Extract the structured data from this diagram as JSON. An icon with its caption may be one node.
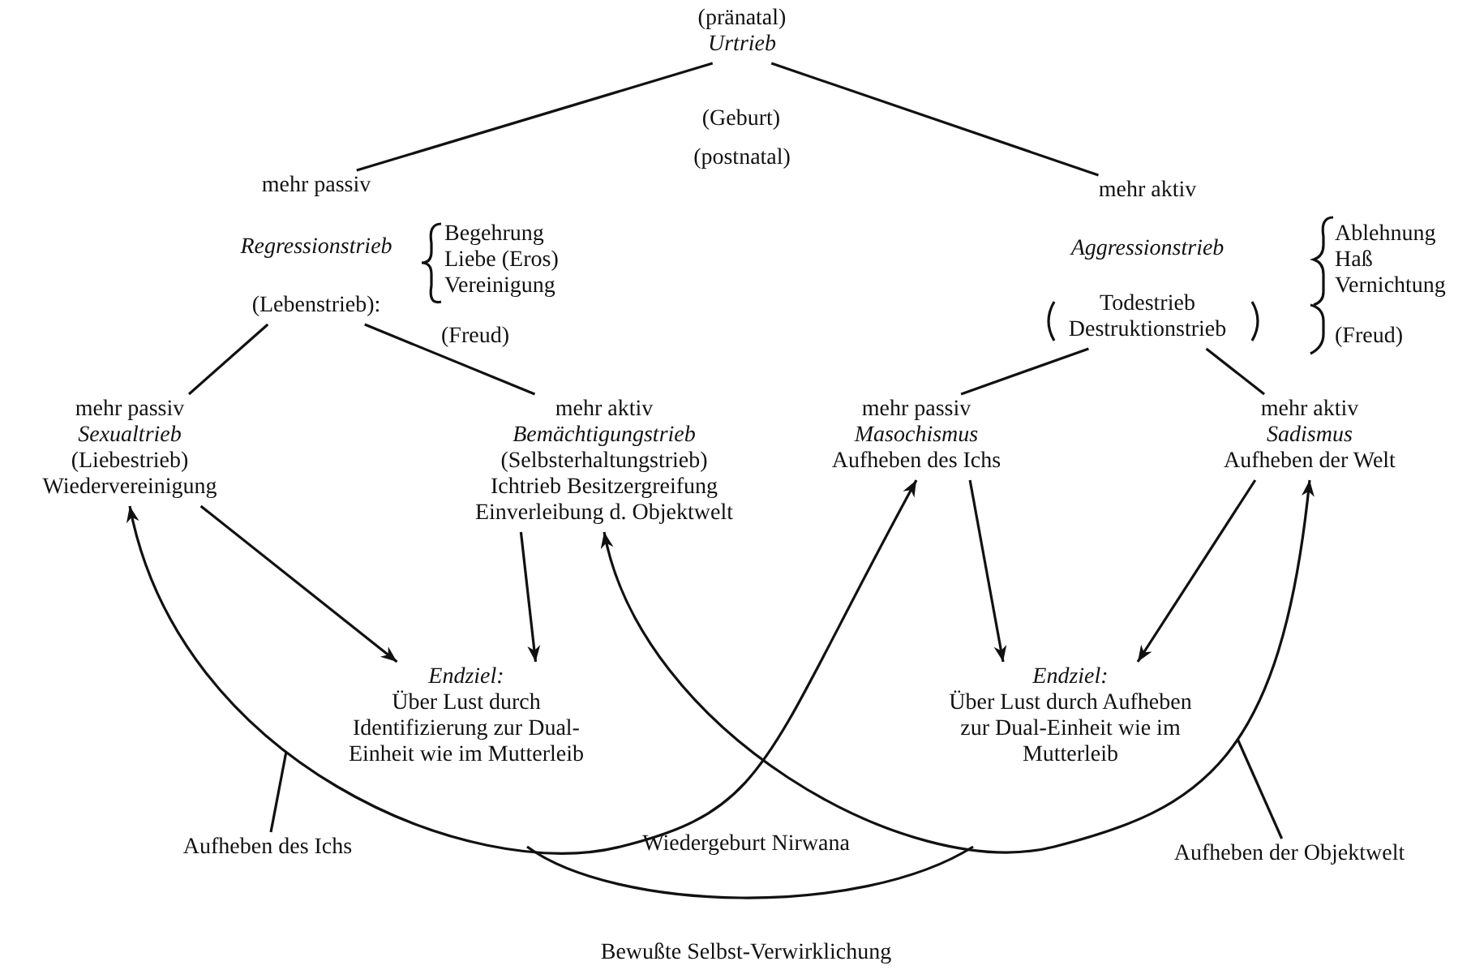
{
  "diagram": {
    "nodes": [
      {
        "text": [
          "(pränatal)",
          "Urtrieb"
        ]
      },
      {
        "text": [
          "mehr passiv",
          "Regressionstrieb",
          "(Lebenstrieb):"
        ],
        "beside": [
          "Begehrung Liebe (Eros) Vereinigung",
          "(Freud)"
        ]
      },
      {
        "text": [
          "mehr aktiv",
          "Aggressionstrieb",
          "Todestrieb Destruktionstrieb"
        ],
        "beside": [
          "Ablehnung Haß Vernichtung",
          "(Freud)"
        ]
      },
      {
        "text": [
          "mehr passiv",
          "Sexualtrieb",
          "(Liebestrieb) Wiedervereinigung"
        ]
      },
      {
        "text": [
          "mehr aktiv",
          "Bemächtigungstrieb",
          "(Selbsterhaltungstrieb) Ichtrieb Besitzergreifung Einverleibung d. Objektwelt"
        ]
      },
      {
        "text": [
          "mehr passiv",
          "Masochismus",
          "Aufheben des Ichs"
        ]
      },
      {
        "text": [
          "mehr aktiv",
          "Sadismus",
          "Aufheben der Welt"
        ]
      },
      {
        "text": [
          "Endziel:",
          "Über Lust durch Identifizierung zur Dual-Einheit wie im Mutterleib"
        ]
      },
      {
        "text": [
          "Endziel:",
          "Über Lust durch Aufheben zur Dual-Einheit wie im Mutterleib"
        ]
      },
      {
        "text": [
          "Aufheben des Ichs"
        ]
      },
      {
        "text": [
          "Aufheben der Objektwelt"
        ]
      }
    ],
    "edges": [
      {
        "from": 0,
        "to": 1,
        "arrow": "none"
      },
      {
        "from": 0,
        "to": 2,
        "arrow": "none"
      },
      {
        "from": 1,
        "to": 3,
        "arrow": "none"
      },
      {
        "from": 1,
        "to": 4,
        "arrow": "none"
      },
      {
        "from": 2,
        "to": 5,
        "arrow": "none"
      },
      {
        "from": 2,
        "to": 6,
        "arrow": "none"
      },
      {
        "from": 3,
        "to": 7,
        "arrow": "to"
      },
      {
        "from": 4,
        "to": 7,
        "arrow": "to"
      },
      {
        "from": 5,
        "to": 8,
        "arrow": "to"
      },
      {
        "from": 6,
        "to": 8,
        "arrow": "to"
      },
      {
        "from": 3,
        "to": 5,
        "arrow": "both"
      },
      {
        "from": 4,
        "to": 6,
        "arrow": "both"
      },
      {
        "from": 9,
        "to": null,
        "arrow": "none"
      },
      {
        "from": 10,
        "to": null,
        "arrow": "none"
      }
    ],
    "labels": [
      "(Geburt)",
      "(postnatal)",
      "Wiedergeburt Nirwana",
      "Bewußte Selbst-Verwirklichung"
    ]
  }
}
